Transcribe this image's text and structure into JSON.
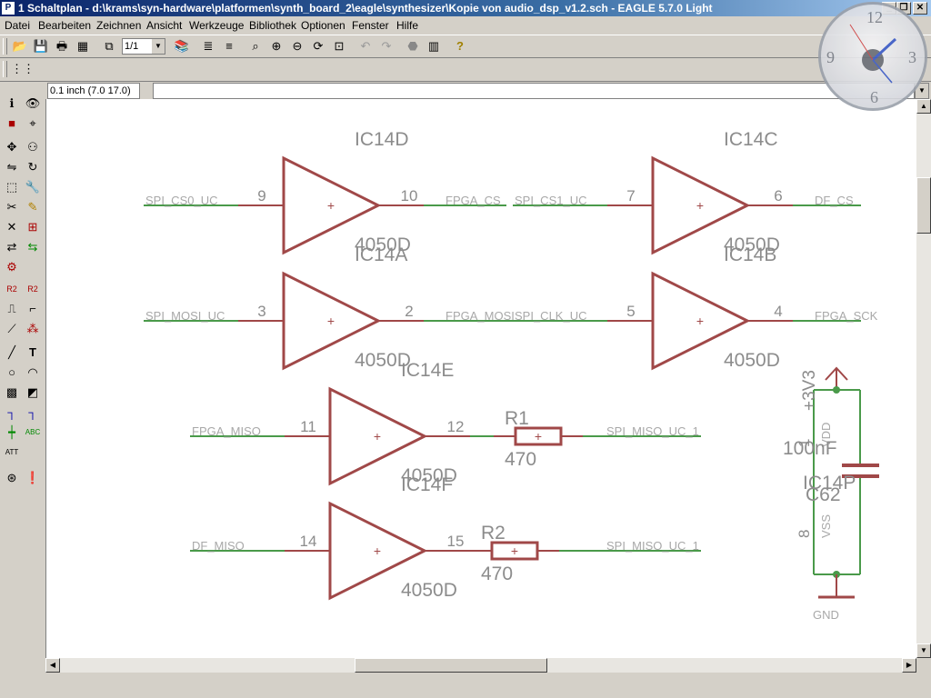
{
  "window": {
    "title": "1 Schaltplan - d:\\krams\\syn-hardware\\platformen\\synth_board_2\\eagle\\synthesizer\\Kopie von audio_dsp_v1.2.sch - EAGLE 5.7.0 Light",
    "icon_label": "P"
  },
  "menu": [
    "Datei",
    "Bearbeiten",
    "Zeichnen",
    "Ansicht",
    "Werkzeuge",
    "Bibliothek",
    "Optionen",
    "Fenster",
    "Hilfe"
  ],
  "toolbar": {
    "sheet_value": "1/1",
    "help_label": "?"
  },
  "command": {
    "coord": "0.1 inch (7.0 17.0)",
    "input": ""
  },
  "clock": {
    "n12": "12",
    "n3": "3",
    "n6": "6",
    "n9": "9"
  },
  "schematic": {
    "colors": {
      "symbol": "#a04848",
      "net": "#4a9a4a",
      "label": "#8c8c8c"
    },
    "gates": [
      {
        "name": "IC14D",
        "value": "4050D",
        "pin_in": "9",
        "pin_out": "10",
        "net_in": "SPI_CS0_UC",
        "net_out": "FPGA_CS"
      },
      {
        "name": "IC14C",
        "value": "4050D",
        "pin_in": "7",
        "pin_out": "6",
        "net_in": "SPI_CS1_UC",
        "net_out": "DF_CS"
      },
      {
        "name": "IC14A",
        "value": "4050D",
        "pin_in": "3",
        "pin_out": "2",
        "net_in": "SPI_MOSI_UC",
        "net_out": "FPGA_MOSI"
      },
      {
        "name": "IC14B",
        "value": "4050D",
        "pin_in": "5",
        "pin_out": "4",
        "net_in": "SPI_CLK_UC",
        "net_out": "FPGA_SCK"
      },
      {
        "name": "IC14E",
        "value": "4050D",
        "pin_in": "11",
        "pin_out": "12",
        "net_in": "FPGA_MISO",
        "net_out": ""
      },
      {
        "name": "IC14F",
        "value": "4050D",
        "pin_in": "14",
        "pin_out": "15",
        "net_in": "DF_MISO",
        "net_out": ""
      }
    ],
    "resistors": [
      {
        "name": "R1",
        "value": "470",
        "net_out": "SPI_MISO_UC_1"
      },
      {
        "name": "R2",
        "value": "470",
        "net_out": "SPI_MISO_UC_1"
      }
    ],
    "power": {
      "supply": "+3V3",
      "pin_vdd": "1",
      "pin_vss": "8",
      "vdd_label": "VDD",
      "vss_label": "VSS",
      "part": "IC14P",
      "cap_name": "C62",
      "cap_value": "100nF",
      "gnd": "GND"
    }
  }
}
